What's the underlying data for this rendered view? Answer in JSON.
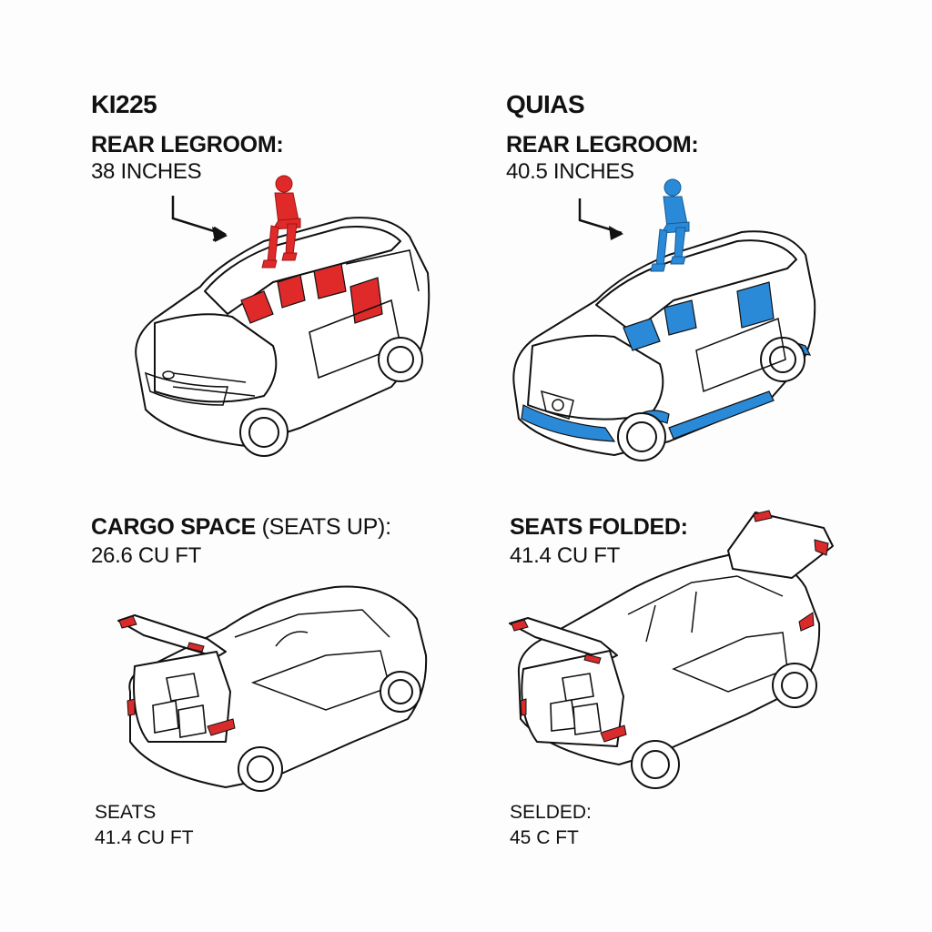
{
  "panels": [
    {
      "id": "top-left",
      "model": "KI225",
      "label": "REAR LEGROOM:",
      "value": "38 INCHES",
      "accent_color": "#e02a2a",
      "figure": "seated-passenger-red"
    },
    {
      "id": "top-right",
      "model": "QUIAS",
      "label": "REAR LEGROOM:",
      "value": "40.5 INCHES",
      "accent_color": "#2a8ad8",
      "figure": "seated-passenger-blue"
    },
    {
      "id": "bottom-left",
      "label_bold": "CARGO SPACE",
      "label_light": " (SEATS UP):",
      "value": "26.6 CU FT",
      "footer_label": "SEATS",
      "footer_value": "41.4 CU FT",
      "accent_color": "#d92b2b"
    },
    {
      "id": "bottom-right",
      "label": "SEATS FOLDED:",
      "value": "41.4 CU FT",
      "footer_label": "SELDED:",
      "footer_value": "45 C FT",
      "accent_color": "#d92b2b"
    }
  ]
}
